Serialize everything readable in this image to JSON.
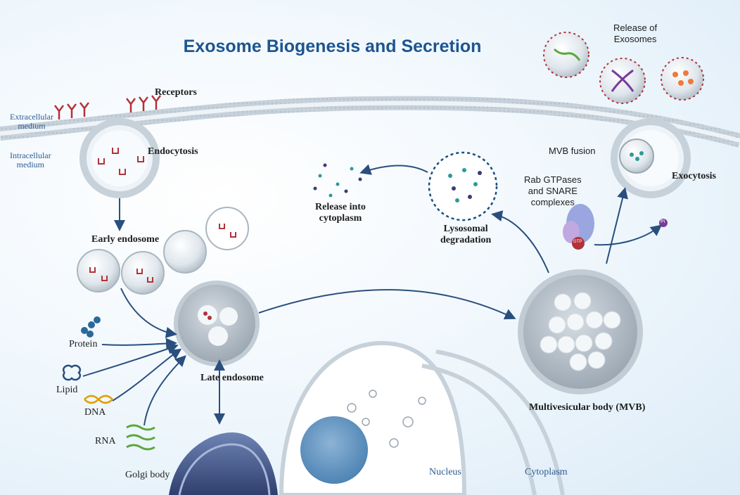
{
  "title": "Exosome Biogenesis and Secretion",
  "labels": {
    "receptors": "Receptors",
    "extracellular_medium_1": "Extracellular",
    "extracellular_medium_2": "medium",
    "intracellular_medium_1": "Intracellular",
    "intracellular_medium_2": "medium",
    "endocytosis": "Endocytosis",
    "early_endosome": "Early endosome",
    "late_endosome": "Late endosome",
    "protein": "Protein",
    "lipid": "Lipid",
    "dna": "DNA",
    "rna": "RNA",
    "golgi_body": "Golgi body",
    "nucleus": "Nucleus",
    "cytoplasm": "Cytoplasm",
    "release_into_cytoplasm_1": "Release into",
    "release_into_cytoplasm_2": "cytoplasm",
    "lysosomal_degradation_1": "Lysosomal",
    "lysosomal_degradation_2": "degradation",
    "mvb": "Multivesicular body (MVB)",
    "mvb_fusion": "MVB fusion",
    "exocytosis": "Exocytosis",
    "rab_snare_1": "Rab GTPases",
    "rab_snare_2": "and SNARE",
    "rab_snare_3": "complexes",
    "release_of_exosomes_1": "Release of",
    "release_of_exosomes_2": "Exosomes",
    "gtp": "GTP",
    "pi": "Pi"
  },
  "colors": {
    "title": "#1c5590",
    "receptor": "#b2323a",
    "arrow": "#2a4f7e",
    "rna": "#5aa83a",
    "dna": "#e0a000",
    "nucleus": "#4e84b4"
  }
}
